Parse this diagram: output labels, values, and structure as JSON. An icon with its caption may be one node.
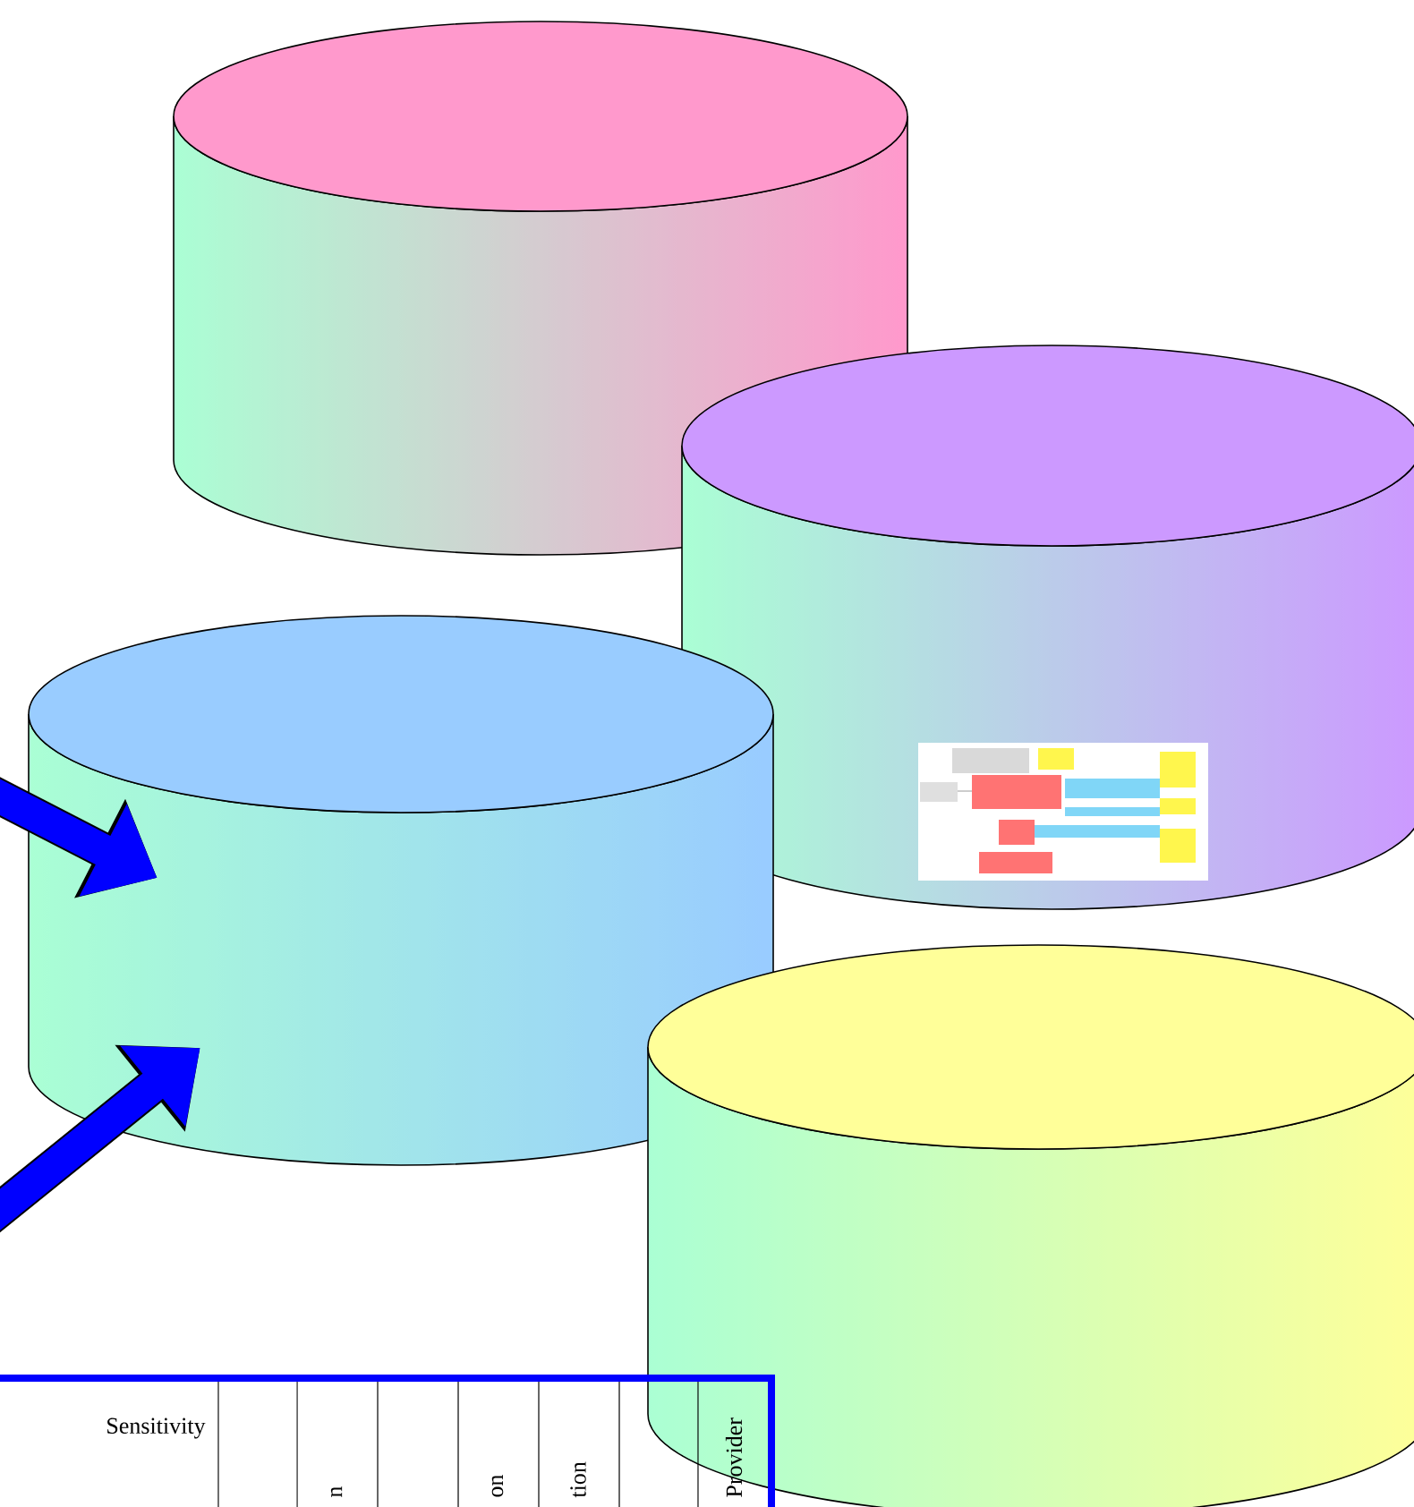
{
  "diagram": {
    "nodes": [
      {
        "text": [],
        "shape": "cylinder"
      },
      {
        "text": [],
        "shape": "cylinder"
      },
      {
        "text": [],
        "shape": "cylinder"
      },
      {
        "text": [],
        "shape": "cylinder"
      }
    ],
    "edges": [
      {
        "from": null,
        "to": 2,
        "arrow": "to"
      },
      {
        "from": null,
        "to": 2,
        "arrow": "to"
      }
    ],
    "labels": [
      "Sensitivity",
      "n",
      "on",
      "tion",
      "Provider"
    ]
  }
}
